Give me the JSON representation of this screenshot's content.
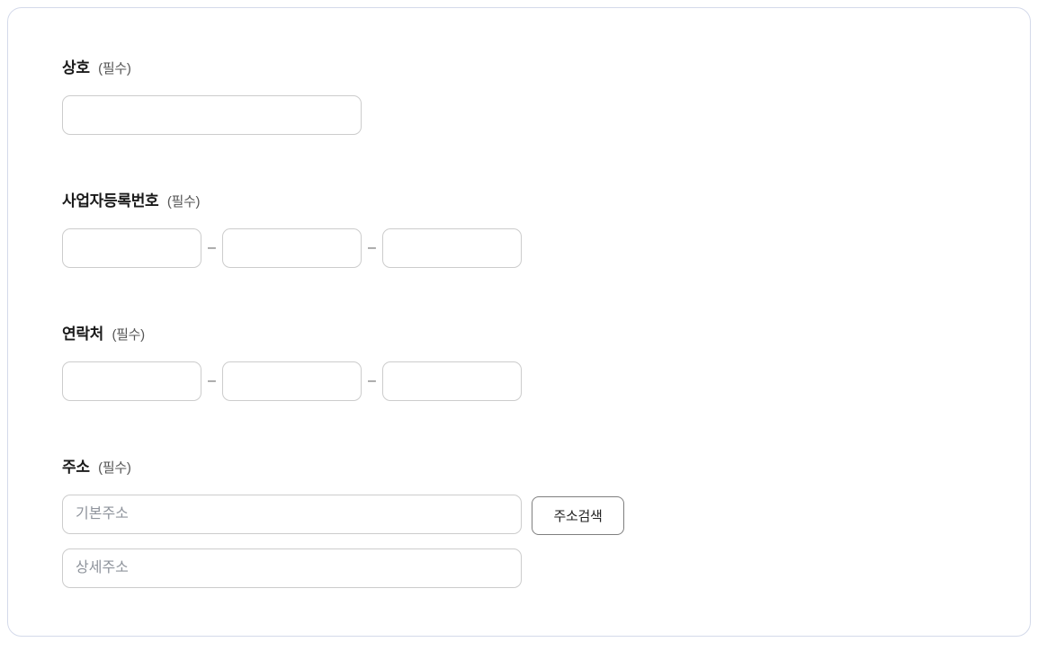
{
  "form": {
    "separator": "–",
    "business_name": {
      "label": "상호",
      "required": "(필수)",
      "value": ""
    },
    "business_reg_number": {
      "label": "사업자등록번호",
      "required": "(필수)",
      "values": [
        "",
        "",
        ""
      ]
    },
    "contact": {
      "label": "연락처",
      "required": "(필수)",
      "values": [
        "",
        "",
        ""
      ]
    },
    "address": {
      "label": "주소",
      "required": "(필수)",
      "base_placeholder": "기본주소",
      "base_value": "",
      "detail_placeholder": "상세주소",
      "detail_value": "",
      "search_button": "주소검색"
    }
  },
  "colors": {
    "card_border": "#d4daea",
    "input_border": "#cccccc",
    "readonly_input_bg": "#f1f1f3",
    "button_border": "#7f7f7f",
    "placeholder_text": "#8f949c",
    "label_text": "#1a1a1a",
    "required_text": "#555555"
  }
}
